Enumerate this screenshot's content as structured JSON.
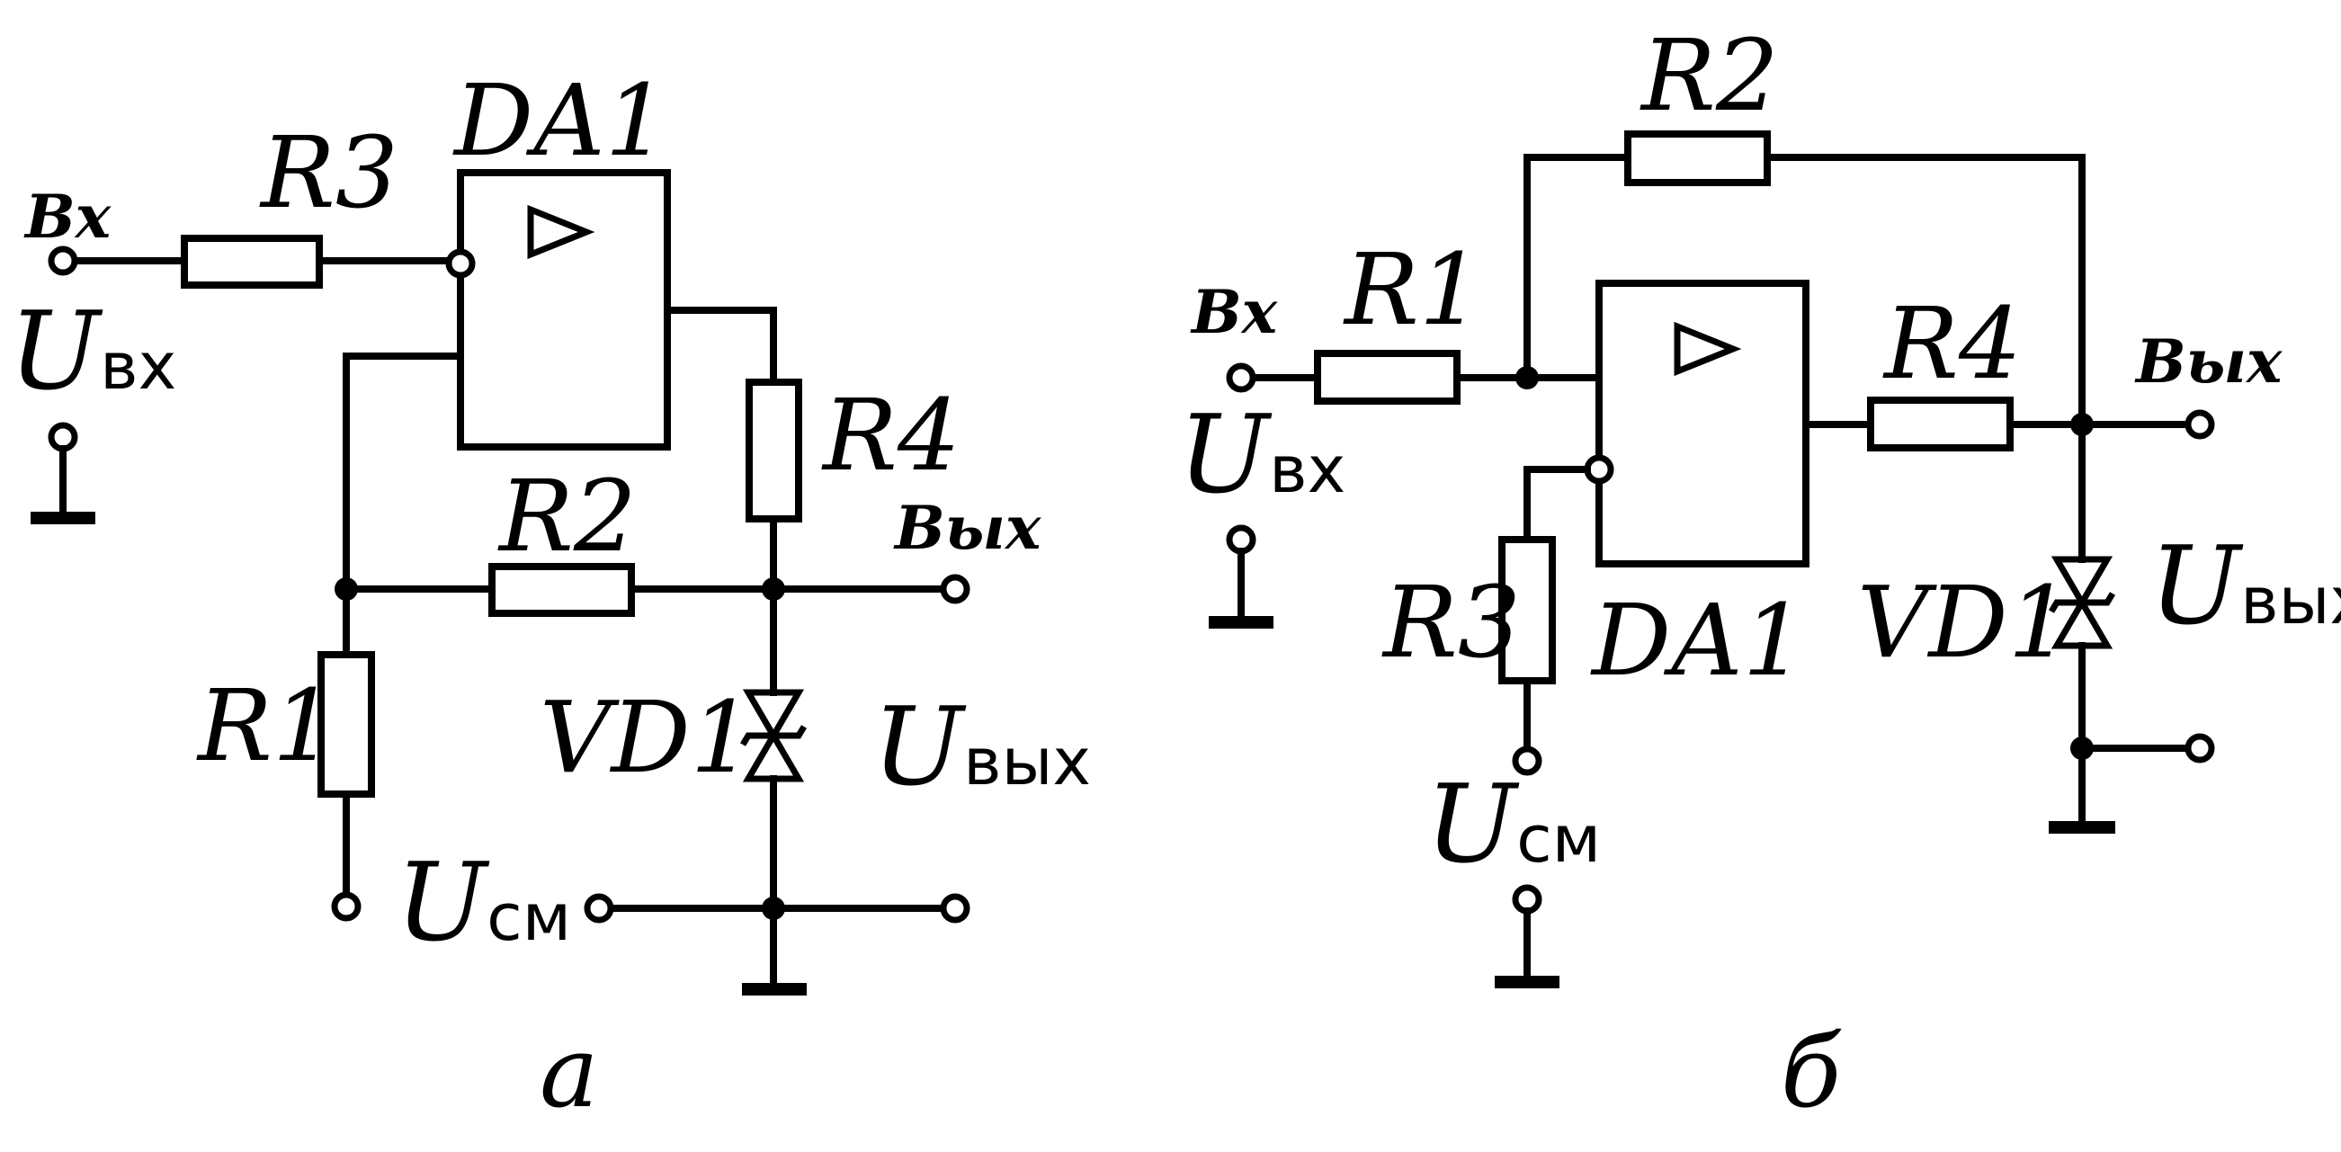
{
  "circuit_a": {
    "input_label": "Вх",
    "input_voltage": "U",
    "input_voltage_sub": "вх",
    "r1": "R1",
    "r2": "R2",
    "r3": "R3",
    "r4": "R4",
    "opamp": "DA1",
    "diode": "VD1",
    "output_label": "Вых",
    "output_voltage": "U",
    "output_voltage_sub": "вых",
    "bias_voltage": "U",
    "bias_voltage_sub": "см",
    "caption": "а"
  },
  "circuit_b": {
    "input_label": "Вх",
    "input_voltage": "U",
    "input_voltage_sub": "вх",
    "r1": "R1",
    "r2": "R2",
    "r3": "R3",
    "r4": "R4",
    "opamp": "DA1",
    "diode": "VD1",
    "output_label": "Вых",
    "output_voltage": "U",
    "output_voltage_sub": "вых",
    "bias_voltage": "U",
    "bias_voltage_sub": "см",
    "caption": "б"
  },
  "icons": {
    "opamp_symbol": "triangle-icon",
    "diode_symbol": "zener-diode-icon",
    "ground_symbol": "ground-icon"
  }
}
